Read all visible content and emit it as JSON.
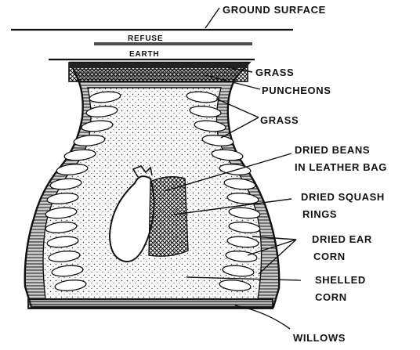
{
  "labels": {
    "ground_surface": "GROUND SURFACE",
    "refuse": "REFUSE",
    "earth": "EARTH",
    "grass_top": "GRASS",
    "puncheons": "PUNCHEONS",
    "grass_walls": "GRASS",
    "dried_beans_1": "DRIED BEANS",
    "dried_beans_2": "IN LEATHER BAG",
    "dried_squash_1": "DRIED SQUASH",
    "dried_squash_2": "RINGS",
    "dried_ear_1": "DRIED EAR",
    "dried_ear_2": "CORN",
    "shelled_1": "SHELLED",
    "shelled_2": "CORN",
    "willows": "WILLOWS"
  }
}
